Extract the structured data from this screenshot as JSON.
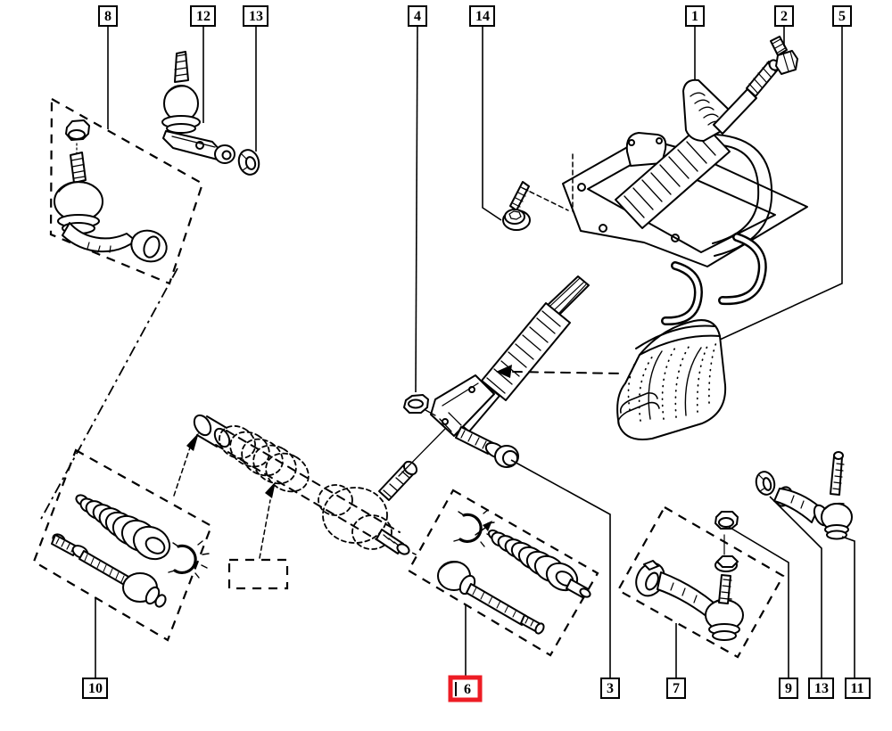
{
  "page": {
    "background": "#ffffff",
    "ink": "#000000",
    "highlight_color": "#ed1c24"
  },
  "callouts": {
    "c8": {
      "label": "8",
      "part": "outer-tie-rod-end-left",
      "highlighted": false
    },
    "c12": {
      "label": "12",
      "part": "outer-tie-rod-end-straight",
      "highlighted": false
    },
    "c13t": {
      "label": "13",
      "part": "washer",
      "highlighted": false
    },
    "c4": {
      "label": "4",
      "part": "coupling-nut",
      "highlighted": false
    },
    "c14": {
      "label": "14",
      "part": "torx-mounting-screw",
      "highlighted": false
    },
    "c1": {
      "label": "1",
      "part": "steering-column-assembly",
      "highlighted": false
    },
    "c2": {
      "label": "2",
      "part": "bolt",
      "highlighted": false
    },
    "c5": {
      "label": "5",
      "part": "column-grommet-boot",
      "highlighted": false
    },
    "c10": {
      "label": "10",
      "part": "inner-tie-rod-boot-kit-left",
      "highlighted": false
    },
    "c6": {
      "label": "6",
      "part": "inner-tie-rod-boot-kit-right",
      "highlighted": true
    },
    "c3": {
      "label": "3",
      "part": "pinion-shaft-bolt",
      "highlighted": false
    },
    "c7": {
      "label": "7",
      "part": "outer-tie-rod-end-right",
      "highlighted": false
    },
    "c9": {
      "label": "9",
      "part": "lock-nut",
      "highlighted": false
    },
    "c13b": {
      "label": "13",
      "part": "washer",
      "highlighted": false
    },
    "c11": {
      "label": "11",
      "part": "outer-tie-rod-end",
      "highlighted": false
    }
  }
}
